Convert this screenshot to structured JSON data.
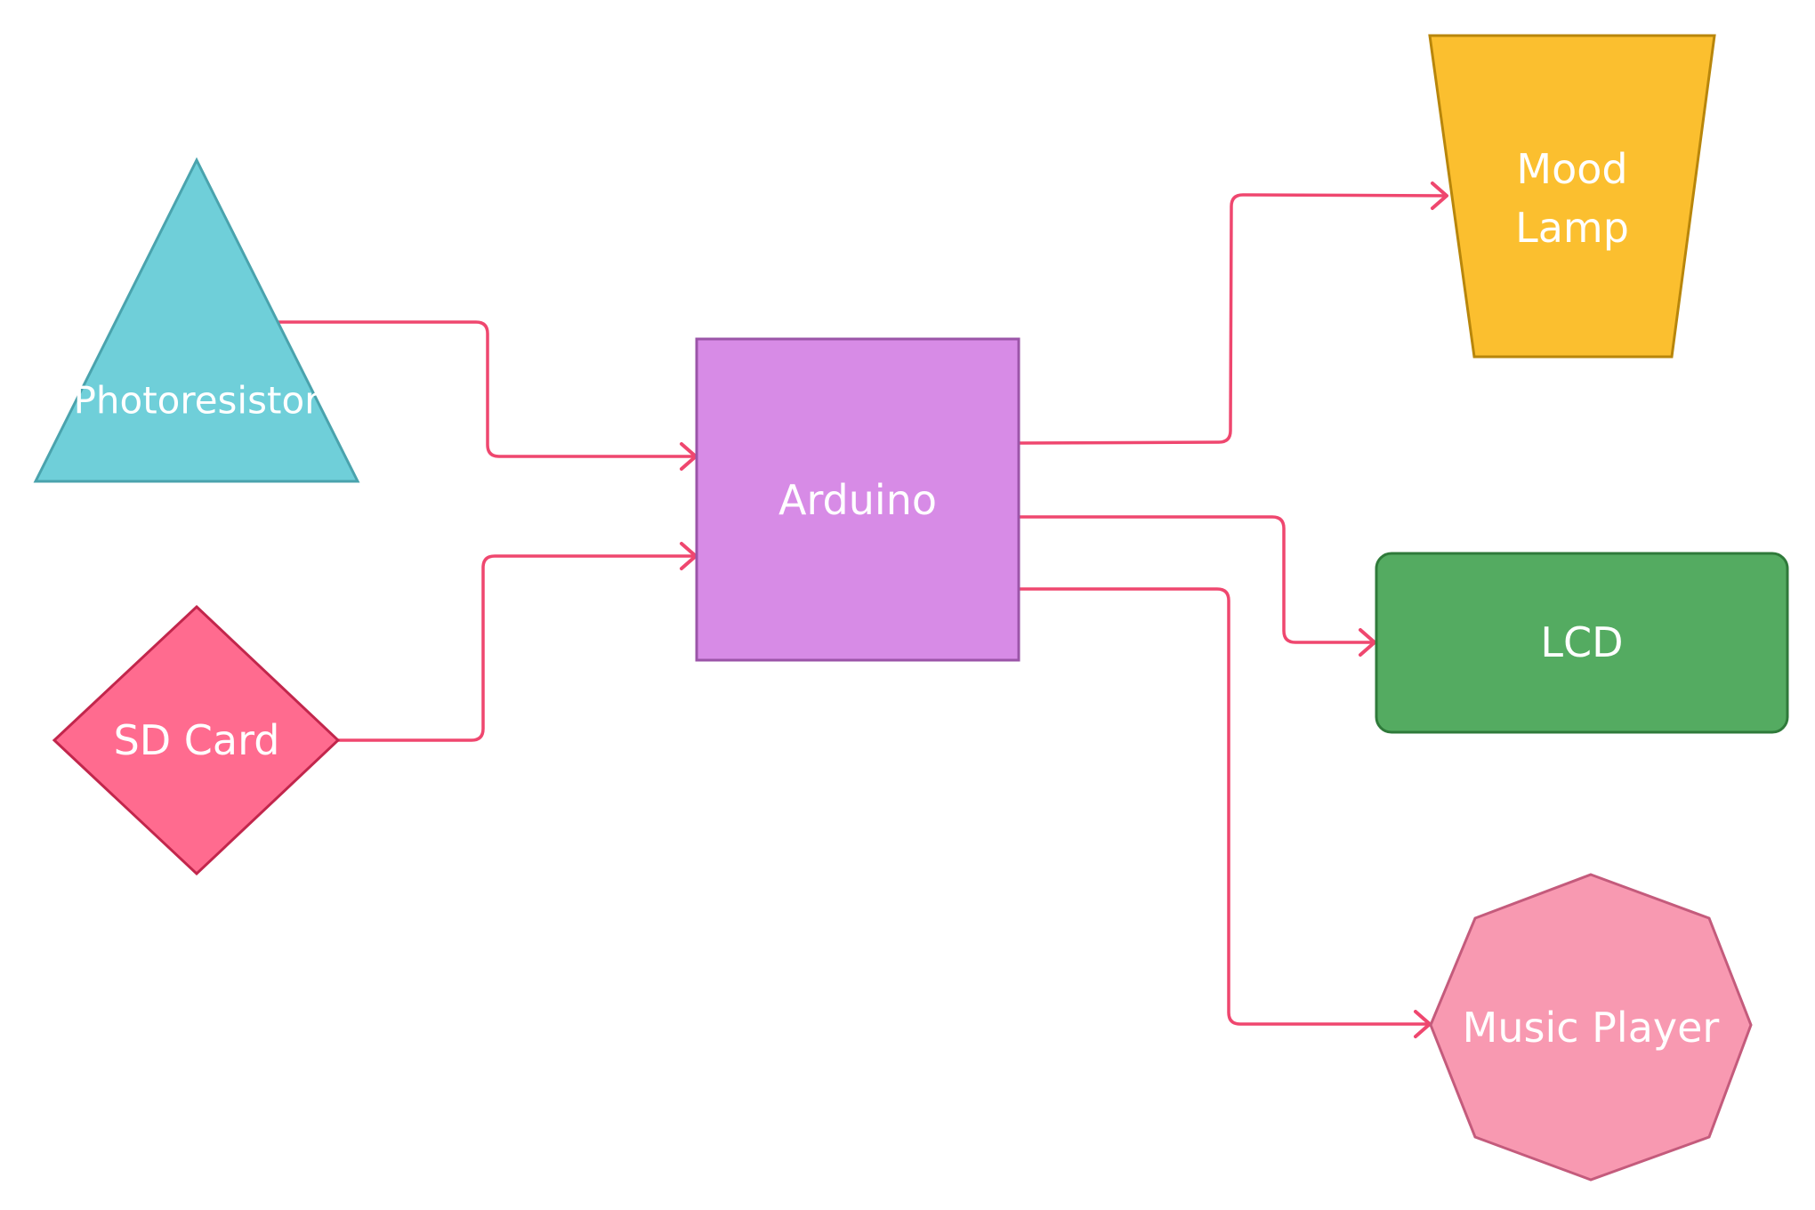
{
  "nodes": {
    "photoresistor": {
      "label": "Photoresistor",
      "fill": "#6fcfd9",
      "stroke": "#4aa3ad"
    },
    "sd_card": {
      "label": "SD Card",
      "fill": "#ff6b8f",
      "stroke": "#c2264c"
    },
    "arduino": {
      "label": "Arduino",
      "fill": "#d78be6",
      "stroke": "#9b55a8"
    },
    "mood_lamp": {
      "label_line1": "Mood",
      "label_line2": "Lamp",
      "fill": "#fbbf2f",
      "stroke": "#b8860b"
    },
    "lcd": {
      "label": "LCD",
      "fill": "#54ab61",
      "stroke": "#2f7a3a"
    },
    "music_player": {
      "label": "Music Player",
      "fill": "#f899b1",
      "stroke": "#c45b7c"
    }
  },
  "edges": [
    {
      "from": "Photoresistor",
      "to": "Arduino"
    },
    {
      "from": "SD Card",
      "to": "Arduino"
    },
    {
      "from": "Arduino",
      "to": "Mood Lamp"
    },
    {
      "from": "Arduino",
      "to": "LCD"
    },
    {
      "from": "Arduino",
      "to": "Music Player"
    }
  ],
  "colors": {
    "connector": "#ef476f",
    "label_text": "#ffffff",
    "background": "#ffffff"
  }
}
